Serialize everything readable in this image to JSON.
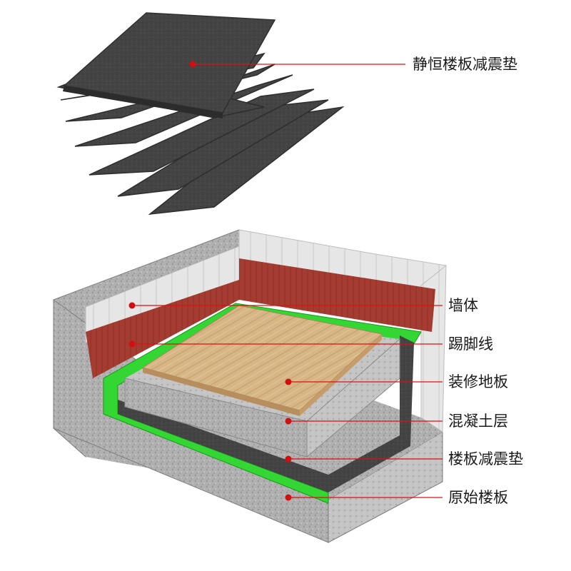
{
  "product_label": "静恒楼板减震垫",
  "layers": [
    {
      "key": "wall",
      "label": "墙体"
    },
    {
      "key": "skirting",
      "label": "踢脚线"
    },
    {
      "key": "floor",
      "label": "装修地板"
    },
    {
      "key": "concrete",
      "label": "混凝土层"
    },
    {
      "key": "pad",
      "label": "楼板减震垫"
    },
    {
      "key": "slab",
      "label": "原始楼板"
    }
  ],
  "colors": {
    "leader_line": "#e01010",
    "dot": "#d01010",
    "pad_green": "#2fd12f",
    "skirting_red": "#a33a30",
    "wood": "#d6b484",
    "concrete": "#a9a9a9",
    "foam_pad": "#474747"
  }
}
